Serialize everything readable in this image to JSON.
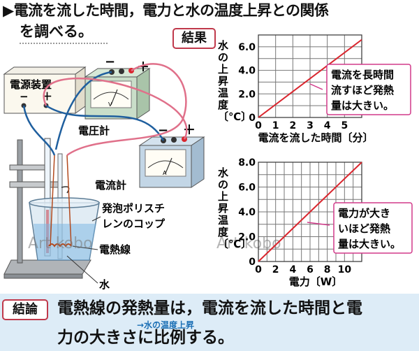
{
  "header": {
    "title_line1": "▶電流を流した時間，電力と水の温度上昇との関係",
    "title_line2": "を調べる。"
  },
  "result_badge": "結果",
  "apparatus": {
    "power_supply": "電源装置",
    "ps_minus": "−",
    "ps_plus": "＋",
    "voltmeter": "電圧計",
    "voltmeter_minus": "−",
    "voltmeter_plus": "＋",
    "voltmeter_face": "V",
    "ammeter": "電流計",
    "ammeter_minus": "−",
    "ammeter_plus": "＋",
    "ammeter_face": "A",
    "cup_label_1": "発泡ポリスチ",
    "cup_label_2": "レンのコップ",
    "heater_label": "電熱線",
    "water_label": "水"
  },
  "watermark": [
    "Art kobo",
    "Art kobo"
  ],
  "conclusion": {
    "badge": "結論",
    "line1": "電熱線の発熱量は，電流を流した時間と電",
    "line2": "力の大きさに比例する。",
    "note": "→水の温度上昇"
  },
  "chart_data": [
    {
      "type": "line",
      "ylabel_chars": [
        "水",
        "の",
        "上",
        "昇",
        "温",
        "度",
        "〔℃〕"
      ],
      "xlabel": "電流を流した時間〔分〕",
      "x_ticks": [
        "0",
        "1",
        "2",
        "3",
        "4",
        "5"
      ],
      "y_ticks": [
        "0",
        "2.0",
        "4.0",
        "6.0"
      ],
      "xlim": [
        0,
        6
      ],
      "ylim": [
        0,
        7
      ],
      "grid": true,
      "series": [
        {
          "x": [
            0,
            6
          ],
          "y": [
            0,
            6.6
          ],
          "color": "#d9262e"
        }
      ],
      "annotation": [
        "電流を長時間",
        "流すほど発熱",
        "量は大きい。"
      ]
    },
    {
      "type": "line",
      "ylabel_chars": [
        "水",
        "の",
        "上",
        "昇",
        "温",
        "度",
        "〔℃〕"
      ],
      "xlabel": "電力〔W〕",
      "x_ticks": [
        "0",
        "2",
        "4",
        "6",
        "8",
        "10"
      ],
      "y_ticks": [
        "0",
        "2.0",
        "4.0",
        "6.0",
        "8.0"
      ],
      "xlim": [
        0,
        12
      ],
      "ylim": [
        0,
        8
      ],
      "grid": true,
      "series": [
        {
          "x": [
            0,
            12
          ],
          "y": [
            0,
            8
          ],
          "color": "#d9262e"
        }
      ],
      "annotation": [
        "電力が大き",
        "いほど発熱",
        "量は大きい。"
      ]
    }
  ]
}
